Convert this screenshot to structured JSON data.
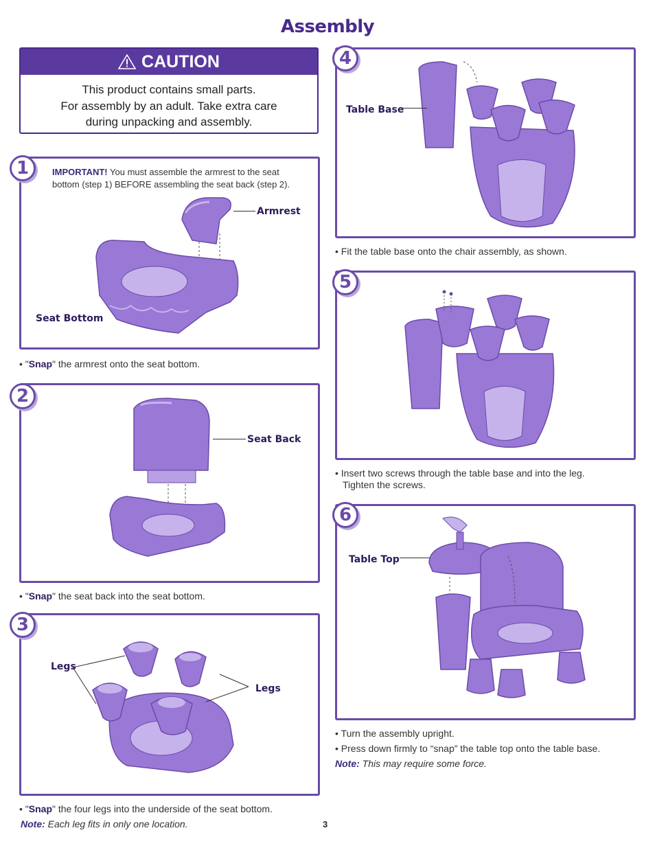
{
  "page_title": "Assembly",
  "caution": {
    "heading": "CAUTION",
    "lines": [
      "This product contains small parts.",
      "For assembly by an adult. Take extra care",
      "during unpacking and assembly."
    ]
  },
  "steps": [
    {
      "number": "1",
      "important_label": "IMPORTANT!",
      "important_text_1": "You must assemble the armrest to the seat",
      "important_text_2": "bottom (step 1) BEFORE assembling the seat back (step 2).",
      "labels": [
        "Armrest",
        "Seat Bottom"
      ],
      "bullet": "•",
      "instr_pre": "\"",
      "instr_bold": "Snap",
      "instr_post": "\" the armrest onto the seat bottom."
    },
    {
      "number": "2",
      "labels": [
        "Seat Back"
      ],
      "bullet": "•",
      "instr_pre": "\"",
      "instr_bold": "Snap",
      "instr_post": "\" the seat back into the seat bottom."
    },
    {
      "number": "3",
      "labels": [
        "Legs",
        "Legs"
      ],
      "bullet": "•",
      "instr_pre": "\"",
      "instr_bold": "Snap",
      "instr_post": "\" the four legs into the underside of the seat bottom.",
      "note_label": "Note:",
      "note_text": "Each leg fits in only one location."
    },
    {
      "number": "4",
      "labels": [
        "Table Base"
      ],
      "instr": "• Fit the table base onto the chair assembly, as shown."
    },
    {
      "number": "5",
      "instr_1": "• Insert two screws through the table base and into the leg.",
      "instr_2": "Tighten the screws."
    },
    {
      "number": "6",
      "labels": [
        "Table Top"
      ],
      "instr_1": "• Turn the assembly upright.",
      "instr_2": "• Press down firmly to “snap” the table top onto the table base.",
      "note_label": "Note:",
      "note_text": "This may require some force."
    }
  ],
  "page_number": "3",
  "colors": {
    "accent": "#5b3aa0",
    "part_fill": "#9a78d6",
    "part_dark": "#6a4ba8",
    "part_light": "#c6b3ec"
  }
}
